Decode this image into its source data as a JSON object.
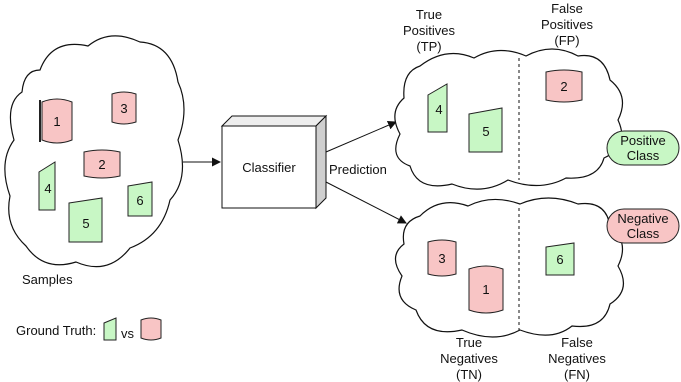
{
  "samples_label": "Samples",
  "classifier_label": "Classifier",
  "prediction_label": "Prediction",
  "ground_truth_label": "Ground Truth:",
  "vs_label": "vs",
  "quadrants": {
    "tp": [
      "True",
      "Positives",
      "(TP)"
    ],
    "fp": [
      "False",
      "Positives",
      "(FP)"
    ],
    "tn": [
      "True",
      "Negatives",
      "(TN)"
    ],
    "fn": [
      "False",
      "Negatives",
      "(FN)"
    ]
  },
  "positive_class": [
    "Positive",
    "Class"
  ],
  "negative_class": [
    "Negative",
    "Class"
  ],
  "items": {
    "s1": "1",
    "s2": "2",
    "s3": "3",
    "s4": "4",
    "s5": "5",
    "s6": "6",
    "tp4": "4",
    "tp5": "5",
    "fp2": "2",
    "tn3": "3",
    "tn1": "1",
    "fn6": "6"
  },
  "colors": {
    "positive_fill": "#c8f7c5",
    "negative_fill": "#f8c5c5"
  }
}
